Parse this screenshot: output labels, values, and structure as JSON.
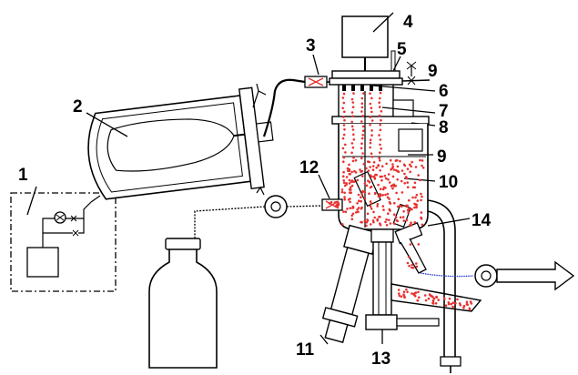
{
  "labels": {
    "l1": "1",
    "l2": "2",
    "l3": "3",
    "l4": "4",
    "l5": "5",
    "l6": "6",
    "l7": "7",
    "l8": "8",
    "l9a": "9",
    "l9b": "9",
    "l10": "10",
    "l11": "11",
    "l12": "12",
    "l13": "13",
    "l14": "14"
  },
  "colors": {
    "line": "#000000",
    "particle": "#e8312f",
    "flow": "#2233cc",
    "fill": "#ffffff"
  }
}
